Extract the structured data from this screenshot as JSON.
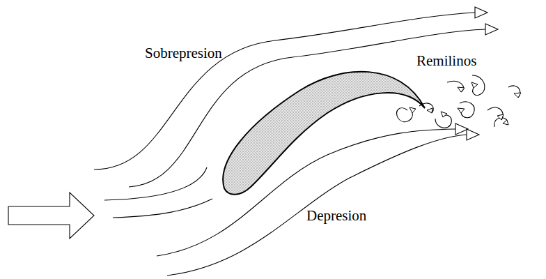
{
  "diagram": {
    "labels": [
      "Sobrepresion",
      "Remilinos",
      "Depresion"
    ]
  }
}
